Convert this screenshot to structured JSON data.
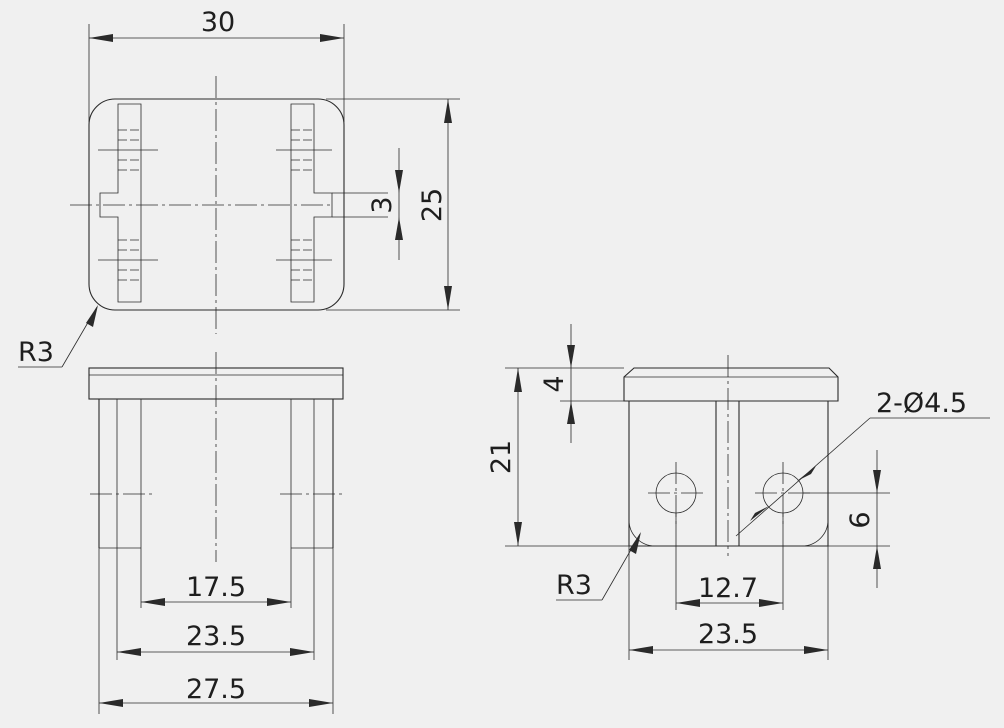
{
  "drawing": {
    "background": "#f0f0f0",
    "line_color": "#2a2a2a",
    "top_view": {
      "dim_width": "30",
      "dim_height": "25",
      "dim_slot": "3",
      "dim_radius": "R3"
    },
    "front_view": {
      "dim_inner": "17.5",
      "dim_middle": "23.5",
      "dim_outer": "27.5"
    },
    "side_view": {
      "dim_cap": "4",
      "dim_height": "21",
      "dim_holes": "2-Ø4.5",
      "dim_hole_height": "6",
      "dim_radius": "R3",
      "dim_hole_spacing": "12.7",
      "dim_width": "23.5"
    }
  }
}
